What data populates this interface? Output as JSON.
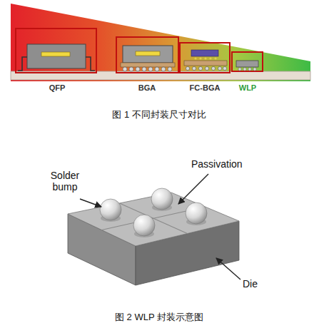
{
  "diagram": {
    "labels": [
      "QFP",
      "BGA",
      "FC-BGA",
      "WLP",
      "图 1 不同封装尺寸对比",
      "Solder bump",
      "Passivation",
      "Die",
      "图 2 WLP 封装示意图"
    ]
  }
}
